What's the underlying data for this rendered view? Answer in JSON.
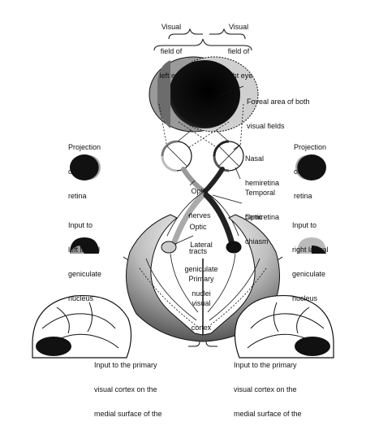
{
  "labels": {
    "visual_field_left": [
      "Visual",
      "field of",
      "left eye"
    ],
    "visual_field_right": [
      "Visual",
      "field of",
      "right eye"
    ],
    "foveal_area": [
      "Foveal area of both",
      "visual fields"
    ],
    "projection_left": [
      "Projection",
      "on left",
      "retina"
    ],
    "projection_right": [
      "Projection",
      "on right",
      "retina"
    ],
    "nasal_hemiretina": [
      "Nasal",
      "hemiretina"
    ],
    "temporal_hemiretina": [
      "Temporal",
      "hemiretina"
    ],
    "optic_nerves": [
      "Optic",
      "nerves"
    ],
    "optic_chiasm": [
      "Optic",
      "chiasm"
    ],
    "optic_tracts": [
      "Optic",
      "tracts"
    ],
    "lateral_geniculate_nuclei": [
      "Lateral",
      "geniculate",
      "nuclei"
    ],
    "primary_visual_cortex": [
      "Primary",
      "visual",
      "cortex"
    ],
    "input_left_lgn": [
      "Input to",
      "left lateral",
      "geniculate",
      "nucleus"
    ],
    "input_right_lgn": [
      "Input to",
      "right lateral",
      "geniculate",
      "nucleus"
    ],
    "input_left_cortex": [
      "Input to the primary",
      "visual cortex on the",
      "medial surface of the"
    ],
    "input_right_cortex": [
      "Input to the primary",
      "visual cortex on the",
      "medial surface of the"
    ]
  },
  "colors": {
    "black": "#111111",
    "dark_gray": "#444444",
    "mid_gray": "#8a8a8a",
    "light_gray": "#c8c8c8",
    "white": "#ffffff"
  }
}
